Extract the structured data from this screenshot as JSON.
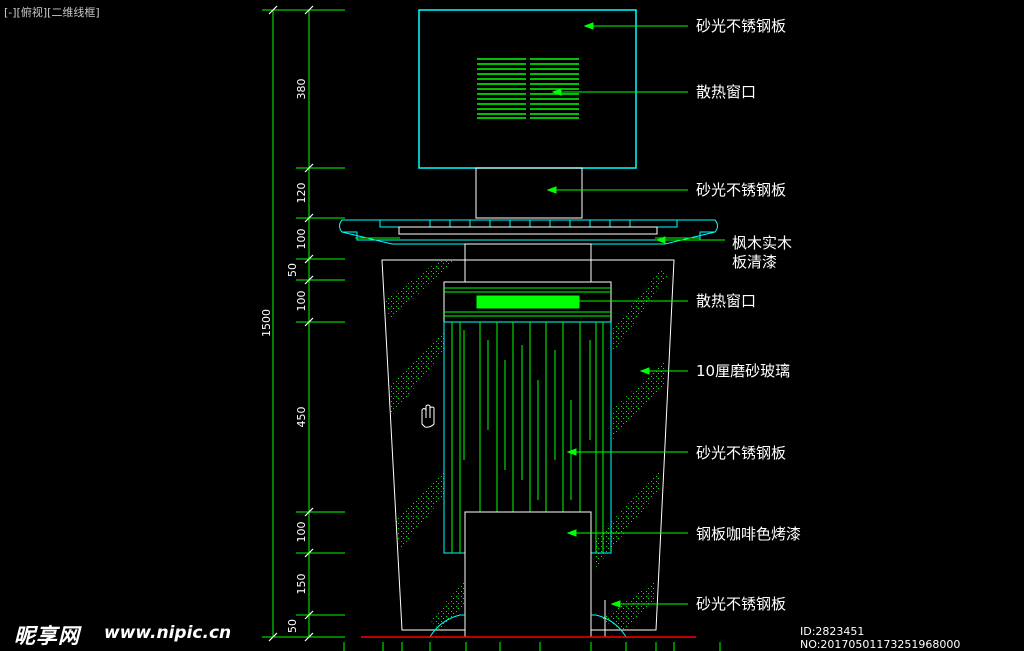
{
  "viewport": {
    "label": "[-][俯视][二维线框]"
  },
  "dimensions": {
    "total": "1500",
    "segments": [
      "380",
      "120",
      "100",
      "50",
      "100",
      "450",
      "100",
      "150",
      "50"
    ]
  },
  "callouts": [
    "砂光不锈钢板",
    "散热窗口",
    "砂光不锈钢板",
    "枫木实木",
    "板清漆",
    "散热窗口",
    "10厘磨砂玻璃",
    "砂光不锈钢板",
    "钢板咖啡色烤漆",
    "砂光不锈钢板"
  ],
  "watermark": {
    "logo": "昵享网",
    "url": "www.nipic.cn",
    "id": "ID:2823451 NO:20170501173251968000"
  },
  "colors": {
    "background": "#000000",
    "cyan": "#00ffff",
    "green": "#00ff00",
    "white": "#ffffff",
    "red": "#ff0000"
  }
}
